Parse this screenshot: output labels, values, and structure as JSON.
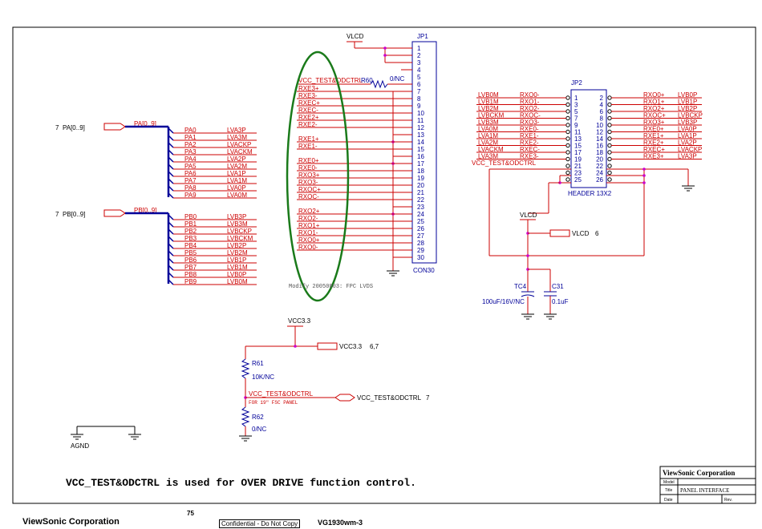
{
  "colors": {
    "wire": "#cc0000",
    "bus": "#000099",
    "ref": "#000099",
    "ellipse": "#1a7a1a",
    "junction": "#cc00cc"
  },
  "nets": {
    "vlcd": "VLCD",
    "vcc33": "VCC3.3",
    "agnd": "AGND"
  },
  "jp1": {
    "ref": "JP1",
    "type": "CON30",
    "pins": [
      "1",
      "2",
      "3",
      "4",
      "5",
      "6",
      "7",
      "8",
      "9",
      "10",
      "11",
      "12",
      "13",
      "14",
      "15",
      "16",
      "17",
      "18",
      "19",
      "20",
      "21",
      "22",
      "23",
      "24",
      "25",
      "26",
      "27",
      "28",
      "29",
      "30"
    ]
  },
  "left_labels": {
    "vcc_test": "VCC_TEST&ODCTRL",
    "r60_ref": "R60",
    "r60_val": "0/NC",
    "nets": [
      {
        "pin": 7,
        "label": "RXE3+"
      },
      {
        "pin": 8,
        "label": "RXE3-"
      },
      {
        "pin": 9,
        "label": "RXEC+"
      },
      {
        "pin": 10,
        "label": "RXEC-"
      },
      {
        "pin": 11,
        "label": "RXE2+"
      },
      {
        "pin": 12,
        "label": "RXE2-"
      },
      {
        "pin": 14,
        "label": "RXE1+"
      },
      {
        "pin": 15,
        "label": "RXE1-"
      },
      {
        "pin": 17,
        "label": "RXE0+"
      },
      {
        "pin": 18,
        "label": "RXE0-"
      },
      {
        "pin": 19,
        "label": "RXO3+"
      },
      {
        "pin": 20,
        "label": "RXO3-"
      },
      {
        "pin": 21,
        "label": "RXOC+"
      },
      {
        "pin": 22,
        "label": "RXOC-"
      },
      {
        "pin": 24,
        "label": "RXO2+"
      },
      {
        "pin": 25,
        "label": "RXO2-"
      },
      {
        "pin": 26,
        "label": "RXO1+"
      },
      {
        "pin": 27,
        "label": "RXO1-"
      },
      {
        "pin": 28,
        "label": "RXO0+"
      },
      {
        "pin": 29,
        "label": "RXO0-"
      }
    ]
  },
  "modify_note": "Modify 20050803: FPC LVDS",
  "pa_bus": {
    "port_prefix": "7",
    "port_label": "PA[0..9]",
    "bus_label": "PA[0..9]",
    "rows": [
      {
        "pin": "PA0",
        "net": "LVA3P"
      },
      {
        "pin": "PA1",
        "net": "LVA3M"
      },
      {
        "pin": "PA2",
        "net": "LVACKP"
      },
      {
        "pin": "PA3",
        "net": "LVACKM"
      },
      {
        "pin": "PA4",
        "net": "LVA2P"
      },
      {
        "pin": "PA5",
        "net": "LVA2M"
      },
      {
        "pin": "PA6",
        "net": "LVA1P"
      },
      {
        "pin": "PA7",
        "net": "LVA1M"
      },
      {
        "pin": "PA8",
        "net": "LVA0P"
      },
      {
        "pin": "PA9",
        "net": "LVA0M"
      }
    ]
  },
  "pb_bus": {
    "port_prefix": "7",
    "port_label": "PB[0..9]",
    "bus_label": "PB[0..9]",
    "rows": [
      {
        "pin": "PB0",
        "net": "LVB3P"
      },
      {
        "pin": "PB1",
        "net": "LVB3M"
      },
      {
        "pin": "PB2",
        "net": "LVBCKP"
      },
      {
        "pin": "PB3",
        "net": "LVBCKM"
      },
      {
        "pin": "PB4",
        "net": "LVB2P"
      },
      {
        "pin": "PB5",
        "net": "LVB2M"
      },
      {
        "pin": "PB6",
        "net": "LVB1P"
      },
      {
        "pin": "PB7",
        "net": "LVB1M"
      },
      {
        "pin": "PB8",
        "net": "LVB0P"
      },
      {
        "pin": "PB9",
        "net": "LVB0M"
      }
    ]
  },
  "jp2": {
    "ref": "JP2",
    "type": "HEADER 13X2",
    "rows": [
      {
        "lnet": "LVB0M",
        "lsig": "RXO0-",
        "lpin": "1",
        "rpin": "2",
        "rsig": "RXO0+",
        "rnet": "LVB0P"
      },
      {
        "lnet": "LVB1M",
        "lsig": "RXO1-",
        "lpin": "3",
        "rpin": "4",
        "rsig": "RXO1+",
        "rnet": "LVB1P"
      },
      {
        "lnet": "LVB2M",
        "lsig": "RXO2-",
        "lpin": "5",
        "rpin": "6",
        "rsig": "RXO2+",
        "rnet": "LVB2P"
      },
      {
        "lnet": "LVBCKM",
        "lsig": "RXOC-",
        "lpin": "7",
        "rpin": "8",
        "rsig": "RXOC+",
        "rnet": "LVBCKP"
      },
      {
        "lnet": "LVB3M",
        "lsig": "RXO3-",
        "lpin": "9",
        "rpin": "10",
        "rsig": "RXO3+",
        "rnet": "LVB3P"
      },
      {
        "lnet": "LVA0M",
        "lsig": "RXE0-",
        "lpin": "11",
        "rpin": "12",
        "rsig": "RXE0+",
        "rnet": "LVA0P"
      },
      {
        "lnet": "LVA1M",
        "lsig": "RXE1-",
        "lpin": "13",
        "rpin": "14",
        "rsig": "RXE1+",
        "rnet": "LVA1P"
      },
      {
        "lnet": "LVA2M",
        "lsig": "RXE2-",
        "lpin": "15",
        "rpin": "16",
        "rsig": "RXE2+",
        "rnet": "LVA2P"
      },
      {
        "lnet": "LVACKM",
        "lsig": "RXEC-",
        "lpin": "17",
        "rpin": "18",
        "rsig": "RXEC+",
        "rnet": "LVACKP"
      },
      {
        "lnet": "LVA3M",
        "lsig": "RXE3-",
        "lpin": "19",
        "rpin": "20",
        "rsig": "RXE3+",
        "rnet": "LVA3P"
      },
      {
        "lnet": "VCC_TEST&ODCTRL",
        "lsig": "",
        "lpin": "21",
        "rpin": "22",
        "rsig": "",
        "rnet": ""
      },
      {
        "lnet": "",
        "lsig": "",
        "lpin": "23",
        "rpin": "24",
        "rsig": "",
        "rnet": ""
      },
      {
        "lnet": "",
        "lsig": "",
        "lpin": "25",
        "rpin": "26",
        "rsig": "",
        "rnet": ""
      }
    ]
  },
  "vlcd_port": {
    "label": "VLCD",
    "sheet": "6"
  },
  "tc4": {
    "ref": "TC4",
    "value": "100uF/16V/NC"
  },
  "c31": {
    "ref": "C31",
    "value": "0.1uF"
  },
  "vcc33_port": {
    "label": "VCC3.3",
    "sheet": "6,7"
  },
  "r61": {
    "ref": "R61",
    "value": "10K/NC"
  },
  "r62": {
    "ref": "R62",
    "value": "0/NC"
  },
  "vcc_test_net": "VCC_TEST&ODCTRL",
  "vcc_test_note": "FOR 19\" FSC PANEL",
  "vcc_test_port": {
    "label": "VCC_TEST&ODCTRL",
    "sheet": "7"
  },
  "note": "VCC_TEST&ODCTRL is used for OVER DRIVE function control.",
  "title_block": {
    "company": "ViewSonic Corporation",
    "model_label": "Model",
    "title_label": "Title",
    "title": "PANEL INTERFACE",
    "date_label": "Date",
    "rev_label": "Rev."
  },
  "footer": {
    "company": "ViewSonic Corporation",
    "page": "75",
    "confidential": "Confidential - Do Not Copy",
    "model": "VG1930wm-3"
  }
}
